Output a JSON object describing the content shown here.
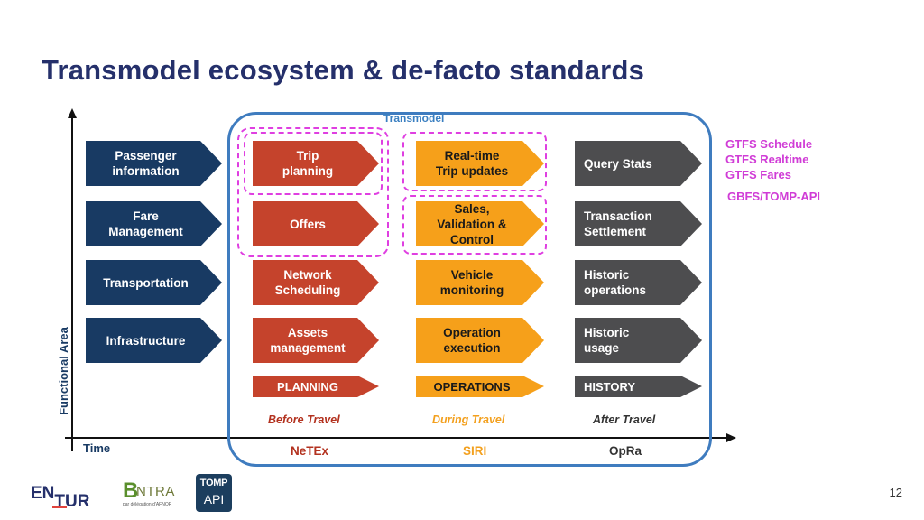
{
  "title": "Transmodel ecosystem & de-facto standards",
  "transmodel_label": "Transmodel",
  "axes": {
    "y_label": "Functional Area",
    "x_label": "Time"
  },
  "functional_areas": [
    "Passenger\ninformation",
    "Fare\nManagement",
    "Transportation",
    "Infrastructure"
  ],
  "planning": [
    "Trip\nplanning",
    "Offers",
    "Network\nScheduling",
    "Assets\nmanagement"
  ],
  "operations": [
    "Real-time\nTrip updates",
    "Sales,\nValidation &\nControl",
    "Vehicle\nmonitoring",
    "Operation\nexecution"
  ],
  "history": [
    "Query Stats",
    "Transaction\nSettlement",
    "Historic\noperations",
    "Historic\nusage"
  ],
  "phase_headers": {
    "planning": "PLANNING",
    "operations": "OPERATIONS",
    "history": "HISTORY"
  },
  "phase_times": {
    "planning": "Before Travel",
    "operations": "During Travel",
    "history": "After Travel"
  },
  "standards": {
    "planning": "NeTEx",
    "operations": "SIRI",
    "history": "OpRa"
  },
  "external_standards": [
    "GTFS Schedule",
    "GTFS Realtime",
    "GTFS Fares",
    "GBFS/TOMP-API"
  ],
  "logos": {
    "entur_top": "EN",
    "entur_bottom": "TUR",
    "bentra_b": "B",
    "bentra_text": "NTRA",
    "bentra_sub": "par délégation d'AFNOR",
    "tomp_top": "TOMP",
    "tomp_bottom": "API"
  },
  "page_number": "12",
  "colors": {
    "title": "#25306b",
    "navy": "#183a63",
    "red": "#c5432c",
    "orange": "#f6a01a",
    "gray": "#4d4d4f",
    "blue_outline": "#3f7cbf",
    "magenta": "#d03cd6"
  }
}
